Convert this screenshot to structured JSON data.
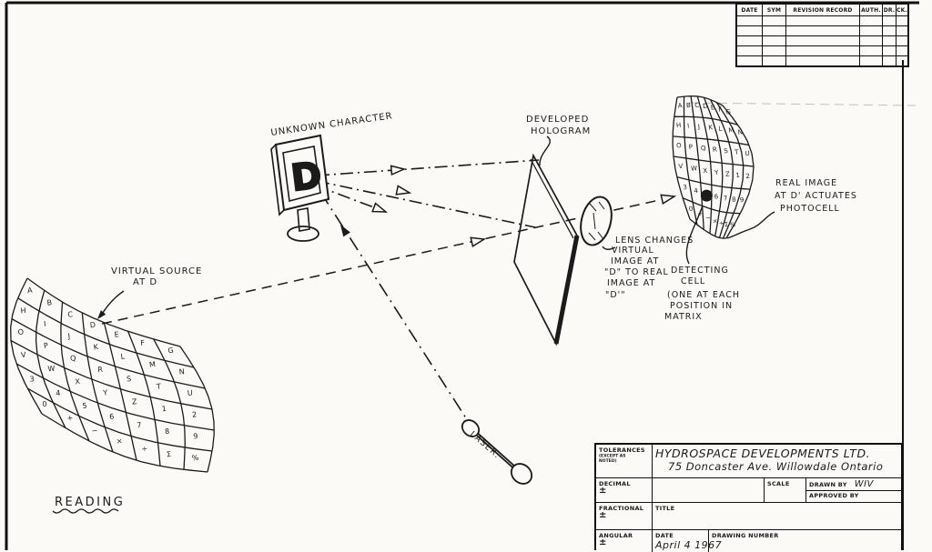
{
  "colors": {
    "ink": "#1b1b1b",
    "paper": "#fbfaf7"
  },
  "revision_table": {
    "headers": [
      "DATE",
      "SYM",
      "REVISION RECORD",
      "AUTH.",
      "DR.",
      "CK."
    ],
    "empty_row_count": 5
  },
  "title_block": {
    "tolerances_label": "TOLERANCES",
    "tolerances_note": "(EXCEPT AS NOTED)",
    "company_name": "HYDROSPACE DEVELOPMENTS LTD.",
    "company_address": "75 Doncaster Ave. Willowdale Ontario",
    "decimal_label": "DECIMAL",
    "fractional_label": "FRACTIONAL",
    "angular_label": "ANGULAR",
    "plus_minus": "±",
    "scale_label": "SCALE",
    "drawn_by_label": "DRAWN BY",
    "drawn_by_value": "WIV",
    "approved_by_label": "APPROVED BY",
    "title_label": "TITLE",
    "date_label": "DATE",
    "date_value": "April 4 1967",
    "drawing_number_label": "DRAWING NUMBER"
  },
  "diagram": {
    "labels": {
      "unknown_character": "UNKNOWN CHARACTER",
      "developed_hologram": [
        "DEVELOPED",
        "HOLOGRAM"
      ],
      "virtual_source": [
        "VIRTUAL SOURCE",
        "AT D"
      ],
      "lens_note": [
        "LENS CHANGES",
        "VIRTUAL",
        "IMAGE AT",
        "\"D\" TO REAL",
        "IMAGE AT",
        "\"D'\""
      ],
      "detecting_cell": [
        "DETECTING",
        "CELL",
        "(ONE AT EACH",
        "POSITION IN",
        "MATRIX"
      ],
      "real_image": [
        "REAL IMAGE",
        "AT D' ACTUATES",
        "PHOTOCELL"
      ],
      "laser": "LASER.",
      "reading": "READING",
      "plaque_letter": "D"
    },
    "reading_matrix": {
      "rows": [
        [
          "A",
          "B",
          "C",
          "D",
          "E",
          "F",
          "G"
        ],
        [
          "H",
          "I",
          "J",
          "K",
          "L",
          "M",
          "N"
        ],
        [
          "O",
          "P",
          "Q",
          "R",
          "S",
          "T",
          "U"
        ],
        [
          "V",
          "W",
          "X",
          "Y",
          "Z",
          "1",
          "2"
        ],
        [
          "3",
          "4",
          "5",
          "6",
          "7",
          "8",
          "9"
        ],
        [
          "0",
          "+",
          "−",
          "×",
          "÷",
          "Σ",
          "%"
        ]
      ]
    },
    "photocell_matrix": {
      "rows": [
        [
          "A",
          "B",
          "C",
          "D",
          "E",
          "F",
          "G"
        ],
        [
          "H",
          "I",
          "J",
          "K",
          "L",
          "M",
          "N"
        ],
        [
          "O",
          "P",
          "Q",
          "R",
          "S",
          "T",
          "U"
        ],
        [
          "V",
          "W",
          "X",
          "Y",
          "Z",
          "1",
          "2"
        ],
        [
          "3",
          "4",
          "5",
          "6",
          "7",
          "8",
          "9"
        ],
        [
          "0",
          "+",
          "−",
          "×",
          "÷",
          "Σ",
          "%"
        ]
      ],
      "dark_cell": {
        "row": 4,
        "col": 2
      }
    }
  }
}
